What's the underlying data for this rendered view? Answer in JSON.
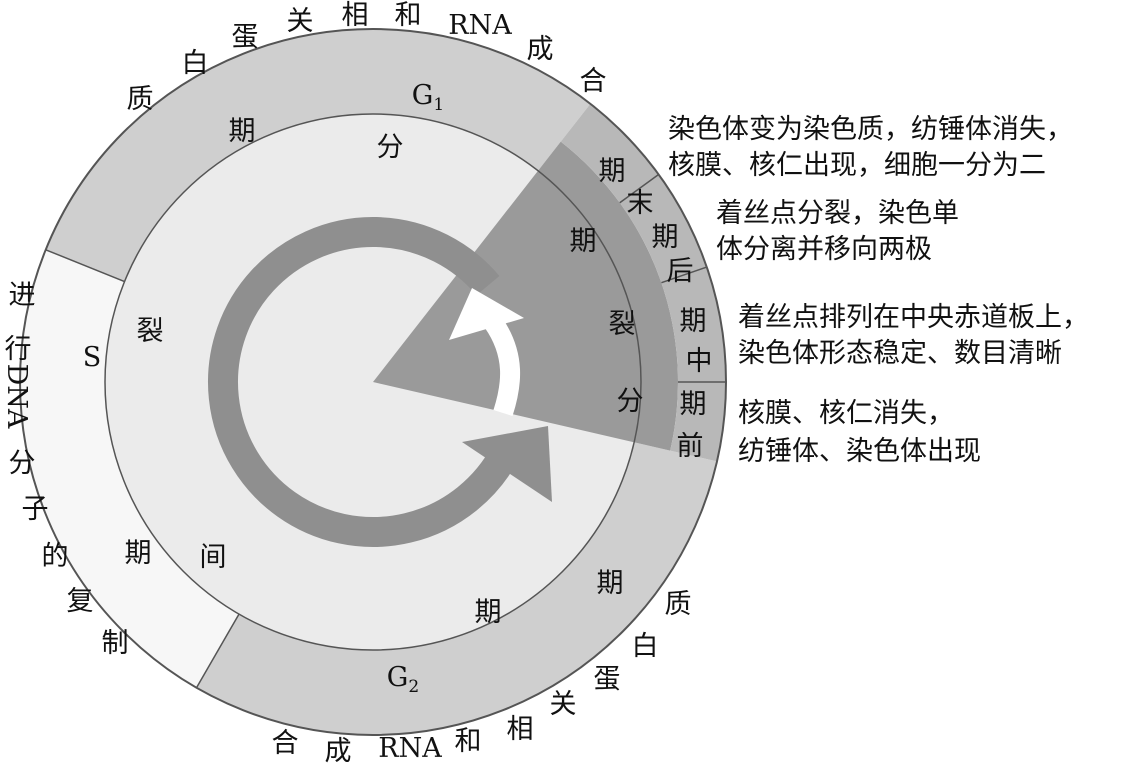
{
  "diagram": {
    "g1_ring_text": [
      "关",
      "相",
      "和",
      "RNA",
      "成",
      "合",
      "蛋",
      "白",
      "质"
    ],
    "g1_label": {
      "main": "G",
      "sub": "1"
    },
    "g2_ring_text": [
      "合",
      "成",
      "RNA",
      "和",
      "相",
      "关",
      "蛋",
      "白",
      "质"
    ],
    "g2_label": {
      "main": "G",
      "sub": "2"
    },
    "s_outer_text": [
      "进",
      "行",
      "DNA",
      "分",
      "子",
      "的",
      "复",
      "制"
    ],
    "s_label": "S",
    "interphase_chars": [
      "分",
      "裂",
      "期",
      "间",
      "期",
      "期"
    ],
    "mitosis_chars": [
      "期",
      "裂",
      "分"
    ],
    "phases": {
      "telophase": [
        "期",
        "末"
      ],
      "anaphase": [
        "期",
        "后"
      ],
      "metaphase": [
        "期",
        "中"
      ],
      "prophase": [
        "期",
        "前"
      ]
    },
    "annotations": {
      "telophase": [
        "染色体变为染色质，纺锤体消失，",
        "核膜、核仁出现，细胞一分为二"
      ],
      "anaphase": [
        "着丝点分裂，染色单",
        "体分离并移向两极"
      ],
      "metaphase": [
        "着丝点排列在中央赤道板上，",
        "染色体形态稳定、数目清晰"
      ],
      "prophase": [
        "核膜、核仁消失，",
        "纺锤体、染色体出现"
      ]
    }
  },
  "colors": {
    "g_ring": "#cfcfcf",
    "s_ring": "#f7f7f7",
    "inner_disc": "#ebebeb",
    "mitosis": "#9a9a9a",
    "phase_band": "#b8b8b8",
    "arrow": "#8f8f8f",
    "arrow_white": "#ffffff",
    "outline": "#555555"
  }
}
